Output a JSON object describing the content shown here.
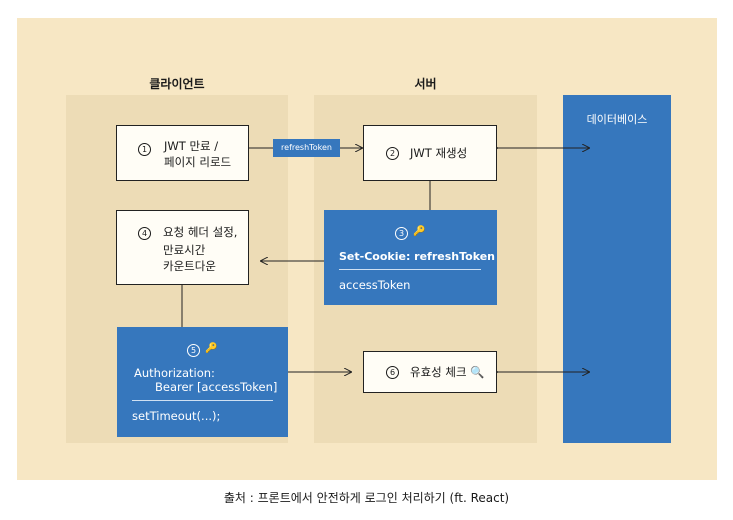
{
  "lanes": {
    "client": "클라이언트",
    "server": "서버",
    "database": "데이터베이스"
  },
  "steps": {
    "s1": {
      "num": "1",
      "line1": "JWT 만료 /",
      "line2": "페이지 리로드"
    },
    "s2": {
      "num": "2",
      "label": "JWT 재생성"
    },
    "s3": {
      "num": "3",
      "title": "Set-Cookie: refreshToken",
      "body": "accessToken",
      "icon": "key-icon"
    },
    "s4": {
      "num": "4",
      "line1": "요청 헤더 설정,",
      "line2": "만료시간",
      "line3": "카운트다운"
    },
    "s5": {
      "num": "5",
      "line1": "Authorization:",
      "line2": "Bearer [accessToken]",
      "body": "setTimeout(...);",
      "icon": "key-icon"
    },
    "s6": {
      "num": "6",
      "label": "유효성 체크 🔍"
    }
  },
  "arrow_label": "refreshToken",
  "caption": "출처 : 프론트에서 안전하게 로그인 처리하기 (ft. React)",
  "colors": {
    "background": "#f7e7c4",
    "lane": "#eddcb6",
    "accent": "#3677bd"
  }
}
